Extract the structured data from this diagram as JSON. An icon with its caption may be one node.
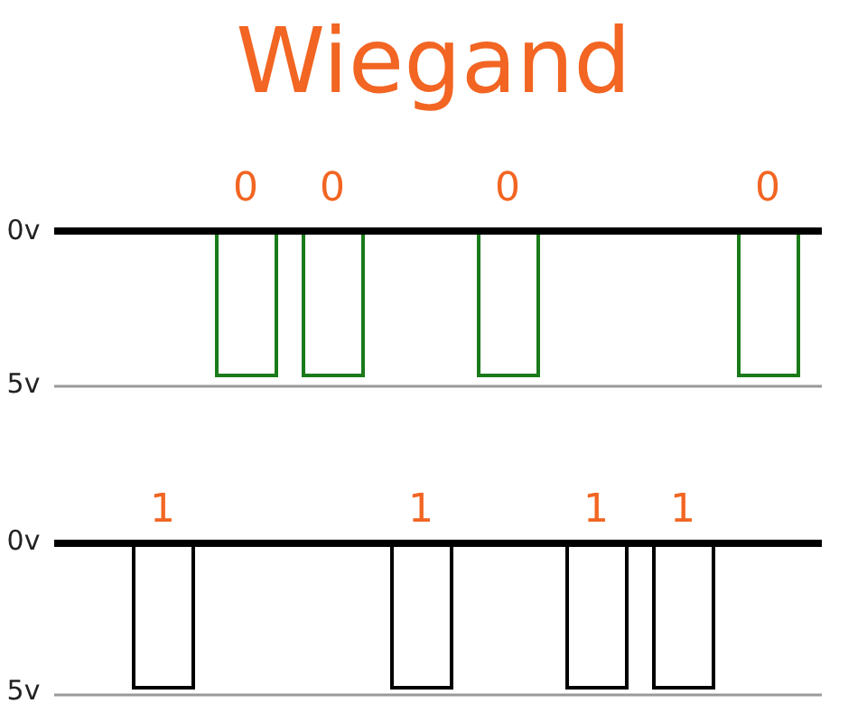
{
  "diagram": {
    "title": "Wiegand",
    "labels": [
      "0",
      "0",
      "0",
      "0",
      "0v",
      "5v",
      "1",
      "1",
      "1",
      "1",
      "0v",
      "5v"
    ]
  }
}
